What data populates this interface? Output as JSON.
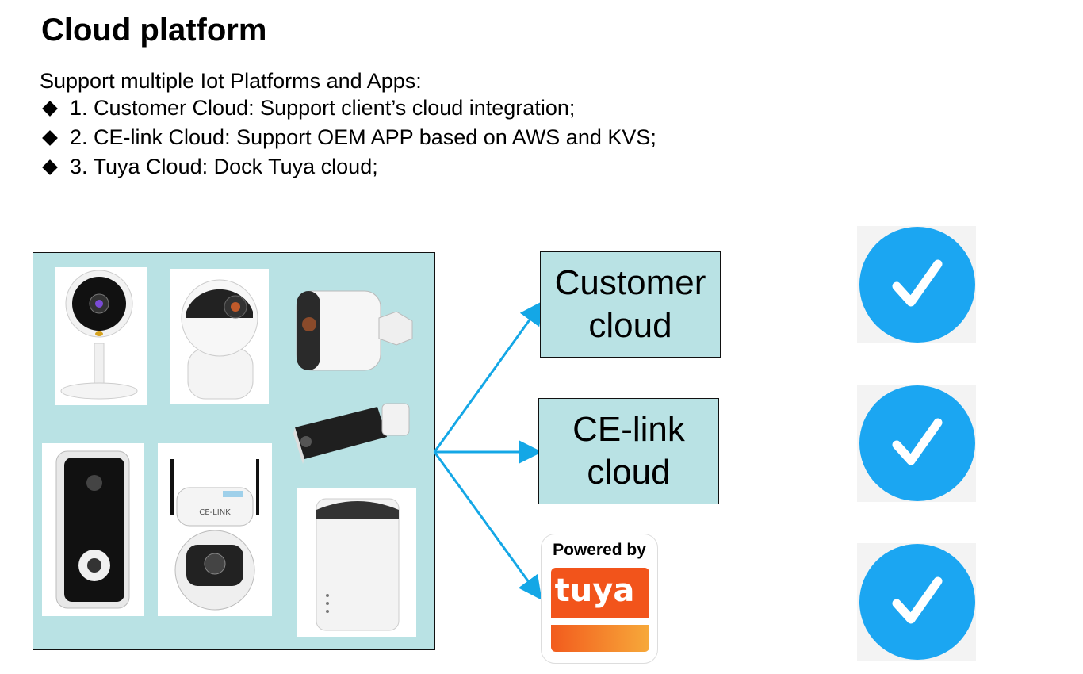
{
  "title": "Cloud platform",
  "intro": "Support multiple Iot Platforms and Apps:",
  "bullets": [
    "1. Customer Cloud: Support client’s cloud integration;",
    "2. CE-link Cloud: Support OEM APP based on AWS and KVS;",
    "3. Tuya Cloud: Dock Tuya cloud;"
  ],
  "clouds": {
    "customer": {
      "line1": "Customer",
      "line2": "cloud"
    },
    "celink": {
      "line1": "CE-link",
      "line2": "cloud"
    }
  },
  "tuya_logo": {
    "powered": "Powered by",
    "word": "tuya"
  },
  "device_label": "CE-LINK",
  "icons": [
    "indoor-camera-icon",
    "pan-tilt-camera-icon",
    "battery-camera-icon",
    "solar-camera-icon",
    "video-doorbell-icon",
    "outdoor-ptz-camera-icon",
    "hub-router-icon",
    "check-circle-icon"
  ],
  "colors": {
    "panel": "#b9e2e4",
    "arrow": "#14a7e6",
    "check": "#1ba6f2",
    "tuya_orange": "#f2541b"
  }
}
